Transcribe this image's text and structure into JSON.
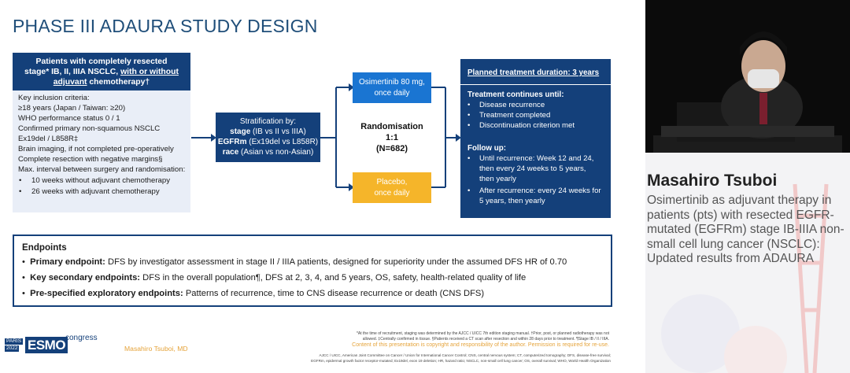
{
  "slide": {
    "title": "PHASE III ADAURA STUDY DESIGN",
    "patients_box": {
      "line1": "Patients with completely resected",
      "line2a": "stage* IB, II, IIIA NSCLC, ",
      "line2b": "with or without",
      "line3a": "adjuvant",
      "line3b": " chemotherapy†"
    },
    "criteria": [
      "Key inclusion criteria:",
      "≥18 years (Japan / Taiwan: ≥20)",
      "WHO performance status 0 / 1",
      "Confirmed primary non-squamous NSCLC",
      "Ex19del / L858R‡",
      "Brain imaging, if not completed pre-operatively",
      "Complete resection with negative margins§",
      "Max. interval between surgery and randomisation:"
    ],
    "criteria_bullets": [
      "10 weeks without adjuvant chemotherapy",
      "26 weeks with adjuvant chemotherapy"
    ],
    "stratification": {
      "title": "Stratification by:",
      "line1_bold": "stage",
      "line1_rest": " (IB vs II vs IIIA)",
      "line2_bold": "EGFRm",
      "line2_rest": " (Ex19del vs L858R)",
      "line3_bold": "race",
      "line3_rest": " (Asian vs non-Asian)"
    },
    "randomisation": {
      "line1": "Randomisation",
      "line2": "1:1",
      "line3": "(N=682)"
    },
    "osimertinib": {
      "line1": "Osimertinib 80 mg,",
      "line2": "once daily"
    },
    "placebo": {
      "line1": "Placebo,",
      "line2": "once daily"
    },
    "treatment": {
      "duration": "Planned treatment duration: 3 years",
      "continues_title": "Treatment continues until:",
      "continues": [
        "Disease recurrence",
        "Treatment completed",
        "Discontinuation criterion met"
      ],
      "followup_title": "Follow up:",
      "followup": [
        [
          "Until recurrence: Week 12 and 24,",
          "then every 24 weeks to 5 years,",
          "then yearly"
        ],
        [
          "After recurrence: every 24 weeks for",
          "5 years, then yearly"
        ]
      ]
    },
    "endpoints": {
      "title": "Endpoints",
      "primary_label": "Primary endpoint:",
      "primary_text": " DFS by investigator assessment in stage II / IIIA patients, designed for superiority under the assumed DFS HR of 0.70",
      "secondary_label": "Key secondary endpoints:",
      "secondary_text": " DFS in the overall population¶, DFS at 2, 3, 4, and 5 years, OS, safety, health-related quality of life",
      "exploratory_label": "Pre-specified exploratory endpoints:",
      "exploratory_text": " Patterns of recurrence, time to CNS disease recurrence or death (CNS DFS)"
    },
    "footer": {
      "logo_city": "PARIS",
      "logo_year": "2022",
      "logo_name": "ESMO",
      "logo_congress": "congress",
      "presenter": "Masahiro Tsuboi, MD",
      "copyright": "Content of this presentation is copyright and responsibility of the author. Permission is required for re-use.",
      "notes": [
        "*At the time of recruitment, staging was determined by the AJCC / UICC 7th edition staging manual. †Prior, post, or planned radiotherapy was not",
        "allowed. ‡Centrally confirmed in tissue. §Patients received a CT scan after resection and within 28 days prior to treatment. ¶Stage IB / II / IIIA.",
        "AJCC / UICC, American Joint Committee on Cancer / Union for International Cancer Control; CNS, central nervous system; CT, computerized tomography; DFS, disease-free survival;",
        "EGFRm, epidermal growth factor receptor-mutated; Ex19del, exon 19 deletion; HR, hazard ratio; NSCLC, non-small cell lung cancer; OS, overall survival; WHO, World Health Organization"
      ]
    }
  },
  "speaker": {
    "name": "Masahiro Tsuboi",
    "talk_title": "Osimertinib as adjuvant therapy in patients (pts) with resected EGFR-mutated (EGFRm) stage IB-IIIA non-small cell lung cancer (NSCLC): Updated results from ADAURA"
  },
  "colors": {
    "navy": "#14407a",
    "light_blue_box": "#e9eef7",
    "osimertinib_blue": "#1a75d2",
    "placebo_orange": "#f5b52a",
    "title_blue": "#1f4e79"
  }
}
